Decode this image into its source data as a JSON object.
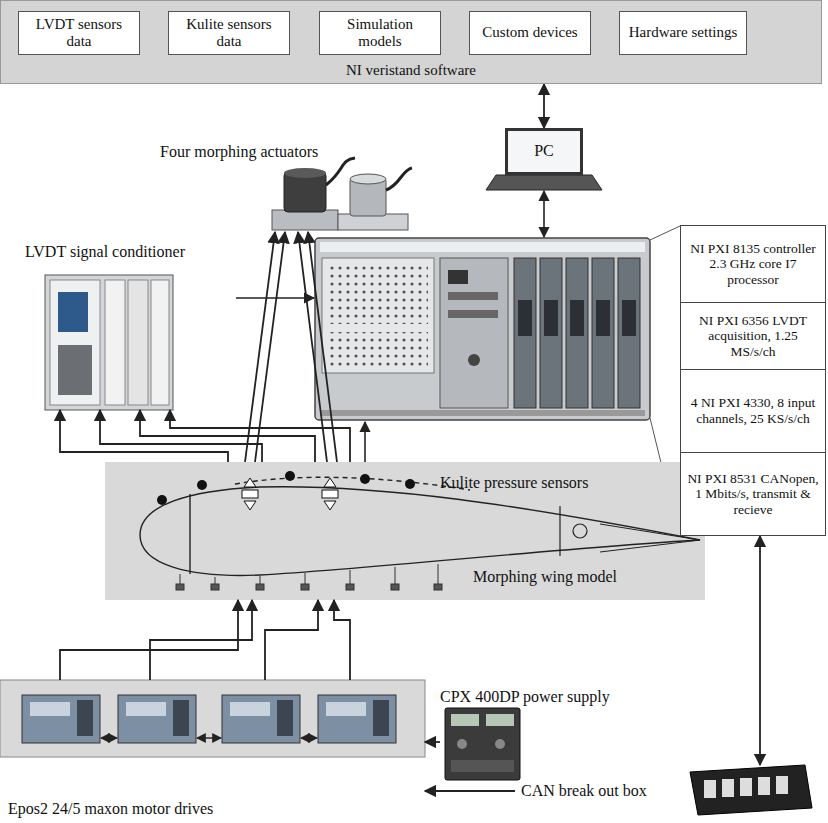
{
  "diagram": {
    "nodes": [
      {
        "text": [
          "NI veristand software"
        ]
      },
      {
        "text": [
          "LVDT sensors data"
        ],
        "in": 0
      },
      {
        "text": [
          "Kulite sensors data"
        ],
        "in": 0
      },
      {
        "text": [
          "Simulation models"
        ],
        "in": 0
      },
      {
        "text": [
          "Custom devices"
        ],
        "in": 0
      },
      {
        "text": [
          "Hardware settings"
        ],
        "in": 0
      },
      {
        "text": [
          "Four morphing actuators"
        ]
      },
      {
        "text": [
          "PC"
        ]
      },
      {
        "text": [
          "LVDT signal conditioner"
        ]
      },
      {
        "text": [
          "NI PXI 8135 controller 2.3 GHz core I7 processor"
        ]
      },
      {
        "text": [
          "NI PXI 6356 LVDT acquisition, 1.25 MS/s/ch"
        ]
      },
      {
        "text": [
          "4 NI PXI 4330, 8 input channels, 25 KS/s/ch"
        ]
      },
      {
        "text": [
          "NI PXI 8531 CANopen, 1 Mbits/s, transmit & recieve"
        ]
      },
      {
        "text": [
          "Morphing wing model"
        ]
      },
      {
        "text": [
          "CPX 400DP power supply"
        ]
      },
      {
        "text": [
          "CAN break out box"
        ]
      },
      {
        "text": [
          "Epos2 24/5 maxon motor drives"
        ]
      }
    ],
    "edges": [
      {
        "from": 7,
        "to": 0,
        "arrow": "both"
      },
      {
        "from": 12,
        "to": 15,
        "arrow": "both"
      },
      {
        "from": 13,
        "to": 6,
        "arrow": "to"
      },
      {
        "from": 13,
        "to": 6,
        "arrow": "to"
      },
      {
        "from": 13,
        "to": 6,
        "arrow": "to"
      },
      {
        "from": 13,
        "to": 6,
        "arrow": "to"
      },
      {
        "from": 13,
        "to": 8,
        "arrow": "to"
      },
      {
        "from": 13,
        "to": 8,
        "arrow": "to"
      },
      {
        "from": 13,
        "to": 8,
        "arrow": "to"
      },
      {
        "from": 13,
        "to": 8,
        "arrow": "to"
      },
      {
        "from": 16,
        "to": 13,
        "arrow": "to"
      },
      {
        "from": 16,
        "to": 13,
        "arrow": "to"
      },
      {
        "from": 16,
        "to": 13,
        "arrow": "to"
      },
      {
        "from": 16,
        "to": 13,
        "arrow": "to"
      },
      {
        "from": 14,
        "to": 16,
        "arrow": "to"
      },
      {
        "from": 15,
        "to": 16,
        "arrow": "to"
      }
    ],
    "labels": [
      "Kulite pressure sensors"
    ]
  }
}
